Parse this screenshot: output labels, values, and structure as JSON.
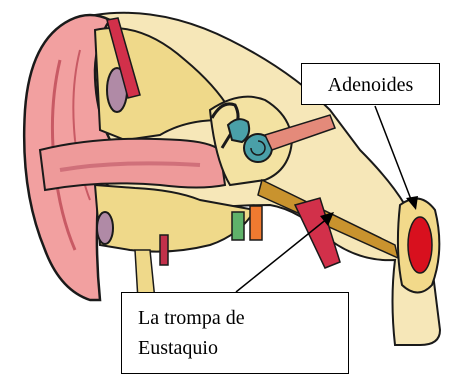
{
  "labels": {
    "adenoides": "Adenoides",
    "trompa_line1": "La trompa de",
    "trompa_line2": "Eustaquio"
  },
  "colors": {
    "skin": "#f2a0a0",
    "skin_dark": "#c85a64",
    "bone": "#efd98a",
    "bone_dark": "#b89a4a",
    "cochlea": "#4aa0a8",
    "muscle": "#d2304a",
    "adenoid": "#d8101e",
    "outline": "#1a1a1a"
  }
}
